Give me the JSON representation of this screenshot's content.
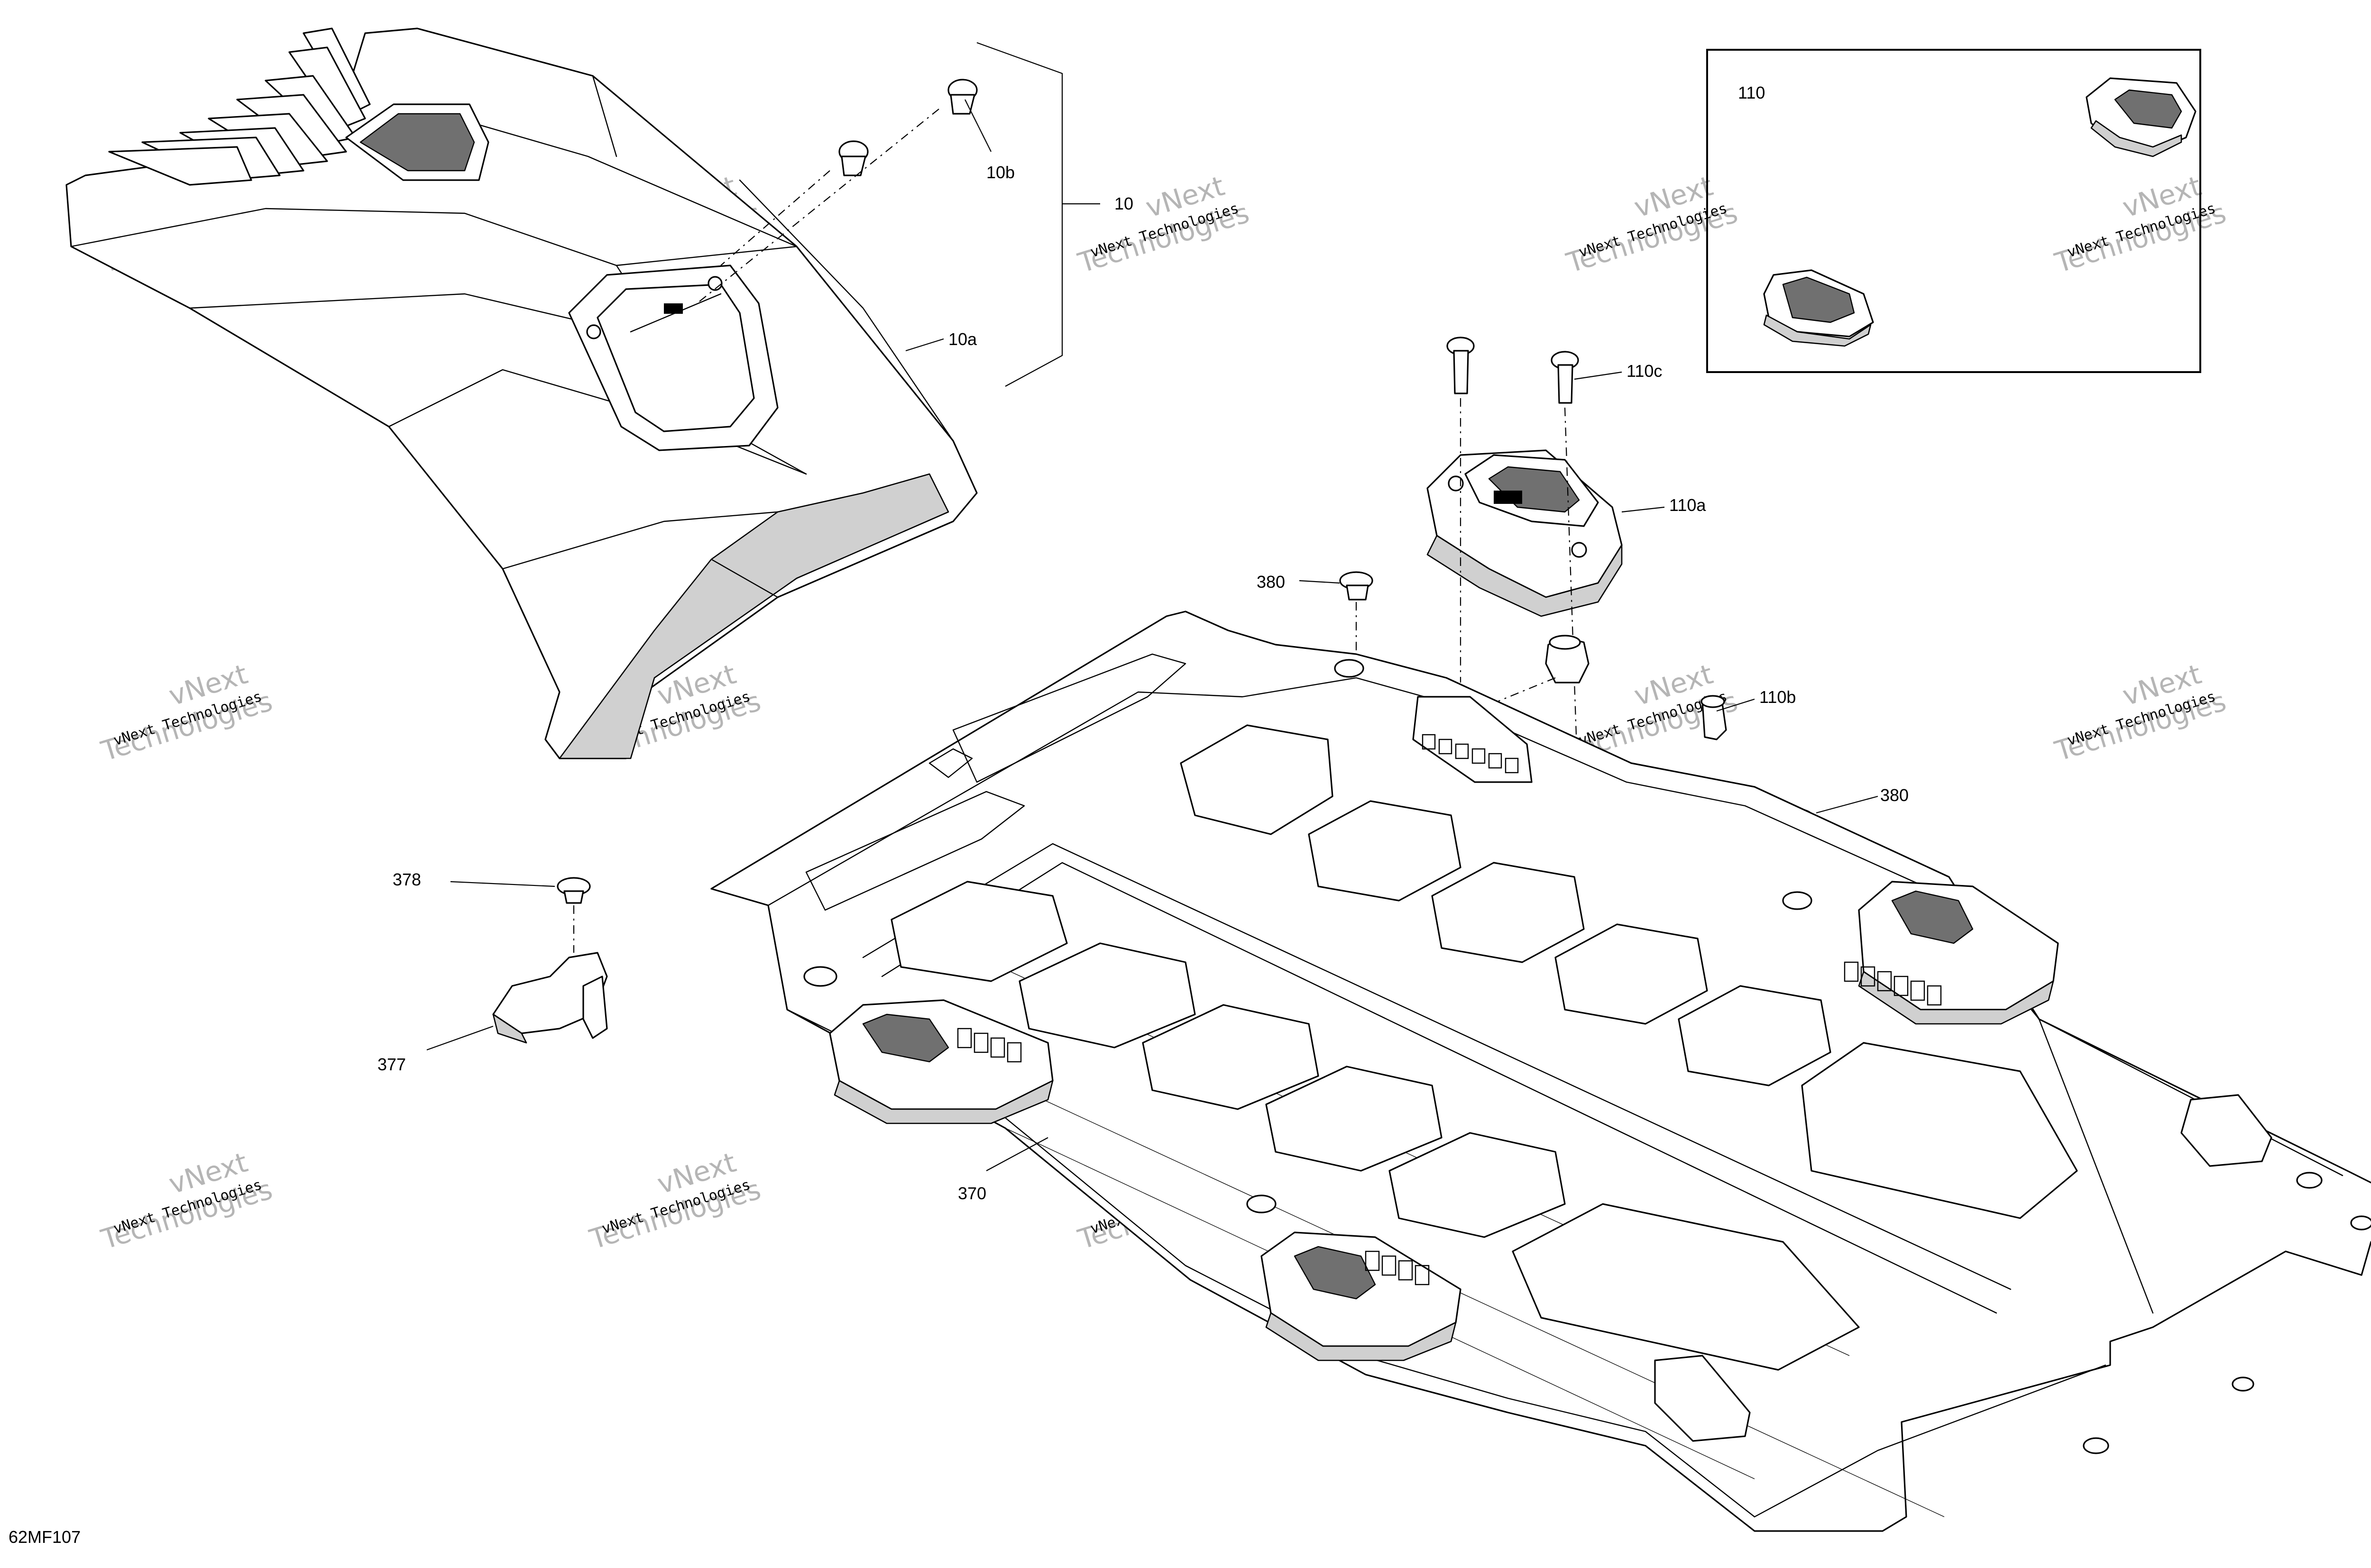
{
  "figure_id": "62MF107",
  "inset_label": "110",
  "callouts": {
    "c10": "10",
    "c10a": "10a",
    "c10b": "10b",
    "c110a": "110a",
    "c110b": "110b",
    "c110c": "110c",
    "c370": "370",
    "c377": "377",
    "c378": "378",
    "c380_top": "380",
    "c380_right": "380"
  },
  "watermark": {
    "line1": "vNext",
    "line2": "Technologies",
    "small": "vNext Technologies",
    "color": "#b5b5b5"
  }
}
